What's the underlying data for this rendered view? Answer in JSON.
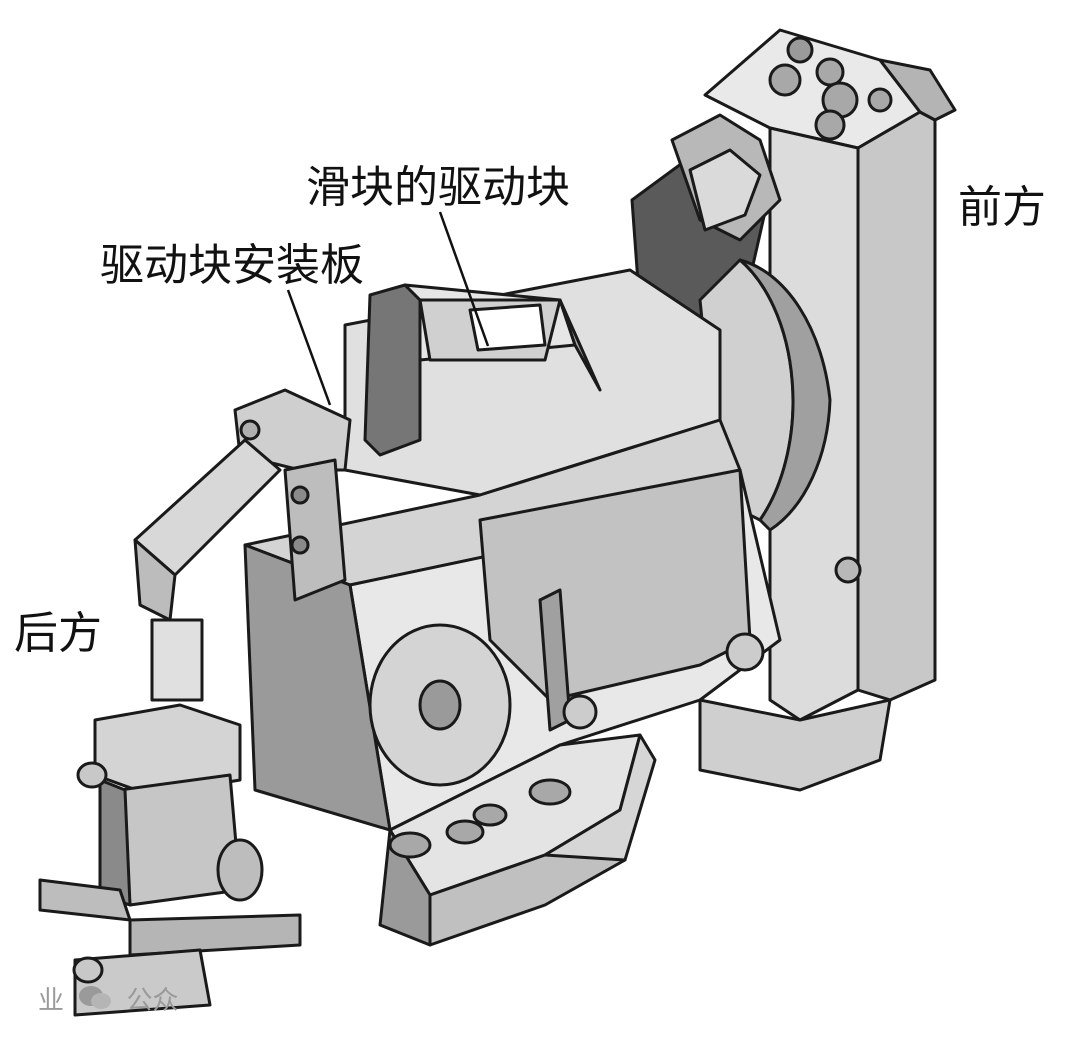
{
  "labels": {
    "front": "前方",
    "rear": "后方",
    "slider_drive_block": "滑块的驱动块",
    "drive_block_mounting_plate": "驱动块安装板"
  },
  "watermark": {
    "text_left": "业",
    "text_right": "公众"
  },
  "colors": {
    "line": "#1a1a1a",
    "face_light": "#e6e6e6",
    "face_mid": "#c4c4c4",
    "face_dark": "#8c8c8c",
    "background": "#ffffff"
  }
}
